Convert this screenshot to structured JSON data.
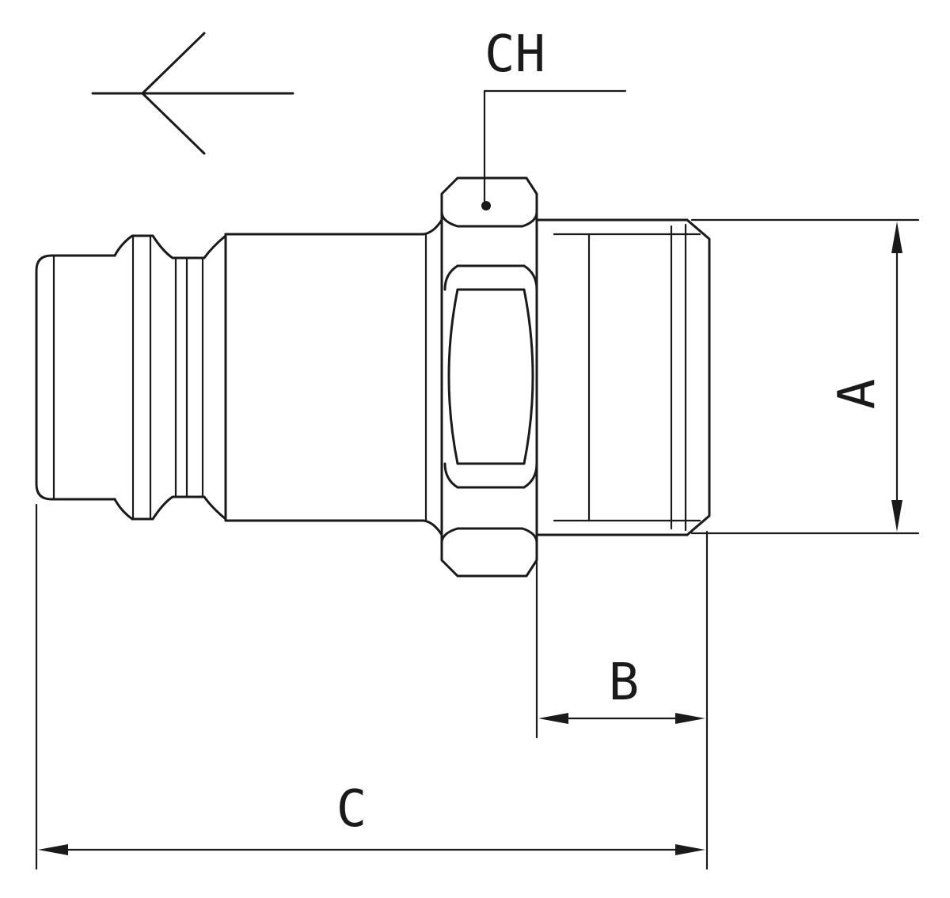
{
  "diagram": {
    "labels": {
      "ch": "CH",
      "a": "A",
      "b": "B",
      "c": "C"
    },
    "colors": {
      "line": "#1a1a1a",
      "background": "#ffffff"
    }
  }
}
